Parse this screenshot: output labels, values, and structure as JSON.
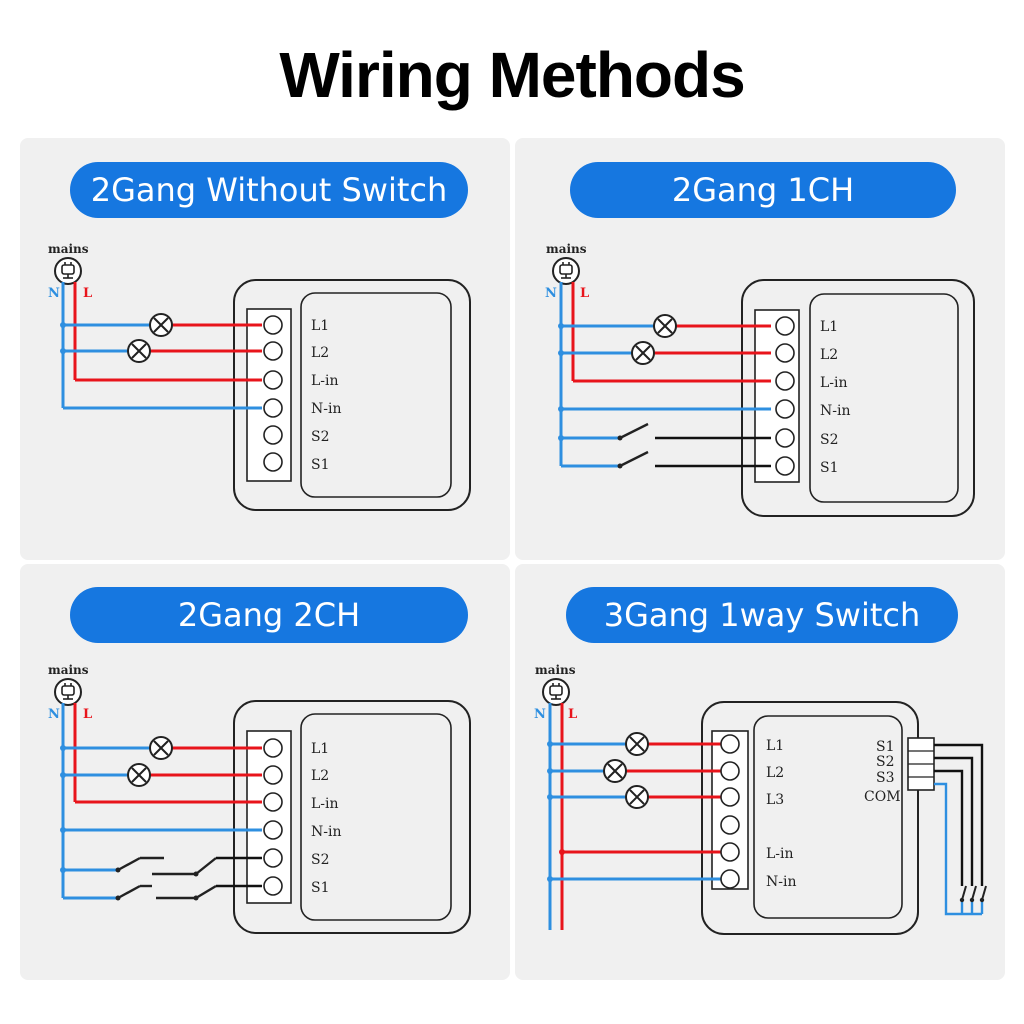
{
  "title": "Wiring Methods",
  "colors": {
    "accent": "#1677e0",
    "live": "#e8141b",
    "neutral": "#2e8fe0",
    "switch_wire": "#111111",
    "panel_bg": "#f0f0f0"
  },
  "common": {
    "mains": "mains",
    "neutral": "N",
    "live": "L"
  },
  "diagrams": [
    {
      "heading": "2Gang Without Switch",
      "terminals": [
        "L1",
        "L2",
        "L-in",
        "N-in",
        "S2",
        "S1"
      ]
    },
    {
      "heading": "2Gang 1CH",
      "terminals": [
        "L1",
        "L2",
        "L-in",
        "N-in",
        "S2",
        "S1"
      ]
    },
    {
      "heading": "2Gang 2CH",
      "terminals": [
        "L1",
        "L2",
        "L-in",
        "N-in",
        "S2",
        "S1"
      ]
    },
    {
      "heading": "3Gang 1way Switch",
      "terminals": [
        "L1",
        "L2",
        "L3",
        "",
        "L-in",
        "N-in"
      ],
      "switch_terminals": [
        "S1",
        "S2",
        "S3",
        "COM"
      ]
    }
  ]
}
